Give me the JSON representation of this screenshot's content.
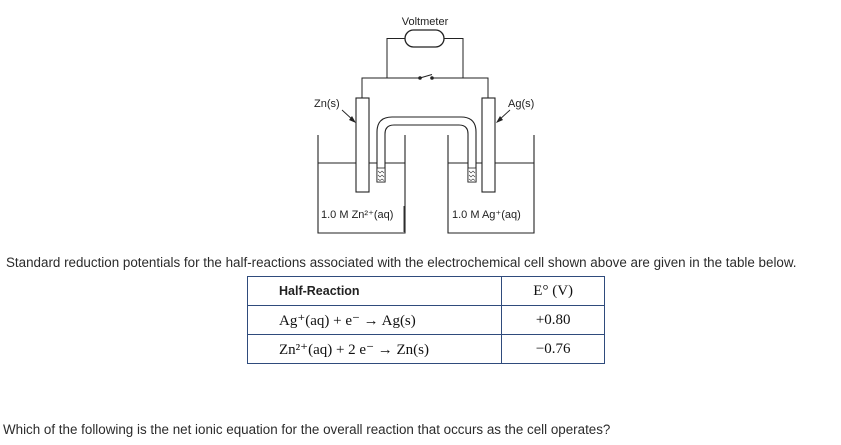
{
  "diagram": {
    "voltmeter_label": "Voltmeter",
    "left_electrode_label": "Zn(s)",
    "right_electrode_label": "Ag(s)",
    "left_solution_label": "1.0 M Zn²⁺(aq)",
    "right_solution_label": "1.0 M Ag⁺(aq)"
  },
  "caption": "Standard reduction potentials for the half-reactions associated with the electrochemical cell shown above are given in the table below.",
  "table": {
    "headers": {
      "reaction": "Half-Reaction",
      "potential": "E° (V)"
    },
    "rows": [
      {
        "reaction": "Ag⁺(aq) + e⁻ → Ag(s)",
        "potential": "+0.80"
      },
      {
        "reaction": "Zn²⁺(aq) + 2 e⁻ → Zn(s)",
        "potential": "−0.76"
      }
    ]
  },
  "question": "Which of the following is the net ionic equation for the overall reaction that occurs as the cell operates?"
}
